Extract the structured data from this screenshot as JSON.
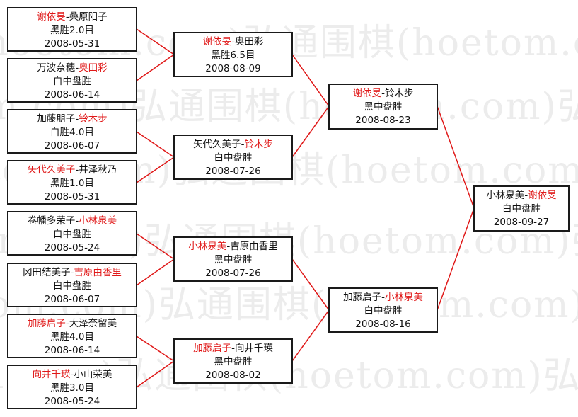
{
  "watermark_text": "弘通围棋(hoetom.com)弘通围棋(hoetom.com)弘通围棋",
  "colors": {
    "winner": "#e01818",
    "connector": "#e01818",
    "border": "#1a1a1a"
  },
  "matches": {
    "r1_1": {
      "p1": "谢依旻",
      "sep": "-",
      "p2": "桑原阳子",
      "result": "黑胜2.0目",
      "date": "2008-05-31"
    },
    "r1_2": {
      "p1": "万波奈穗",
      "sep": "-",
      "p2": "奥田彩",
      "result": "白中盘胜",
      "date": "2008-06-14"
    },
    "r1_3": {
      "p1": "加藤朋子",
      "sep": "-",
      "p2": "铃木步",
      "result": "白胜4.0目",
      "date": "2008-06-07"
    },
    "r1_4": {
      "p1": "矢代久美子",
      "sep": "-",
      "p2": "井泽秋乃",
      "result": "黑胜1.0目",
      "date": "2008-05-31"
    },
    "r1_5": {
      "p1": "卷幡多荣子",
      "sep": "-",
      "p2": "小林泉美",
      "result": "白中盘胜",
      "date": "2008-05-24"
    },
    "r1_6": {
      "p1": "冈田结美子",
      "sep": "-",
      "p2": "吉原由香里",
      "result": "白中盘胜",
      "date": "2008-06-07"
    },
    "r1_7": {
      "p1": "加藤启子",
      "sep": "-",
      "p2": "大泽奈留美",
      "result": "黑胜4.0目",
      "date": "2008-06-14"
    },
    "r1_8": {
      "p1": "向井千瑛",
      "sep": "-",
      "p2": "小山荣美",
      "result": "黑胜3.0目",
      "date": "2008-05-24"
    },
    "r2_1": {
      "p1": "谢依旻",
      "sep": "-",
      "p2": "奥田彩",
      "result": "黑胜6.5目",
      "date": "2008-08-09"
    },
    "r2_2": {
      "p1": "矢代久美子",
      "sep": "-",
      "p2": "铃木步",
      "result": "白中盘胜",
      "date": "2008-07-26"
    },
    "r2_3": {
      "p1": "小林泉美",
      "sep": "-",
      "p2": "吉原由香里",
      "result": "黑中盘胜",
      "date": "2008-07-26"
    },
    "r2_4": {
      "p1": "加藤启子",
      "sep": "-",
      "p2": "向井千瑛",
      "result": "黑中盘胜",
      "date": "2008-08-02"
    },
    "r3_1": {
      "p1": "谢依旻",
      "sep": "-",
      "p2": "铃木步",
      "result": "黑中盘胜",
      "date": "2008-08-23"
    },
    "r3_2": {
      "p1": "加藤启子",
      "sep": "-",
      "p2": "小林泉美",
      "result": "白中盘胜",
      "date": "2008-08-16"
    },
    "final": {
      "p1": "小林泉美",
      "sep": "-",
      "p2": "谢依旻",
      "result": "白中盘胜",
      "date": "2008-09-27"
    }
  }
}
